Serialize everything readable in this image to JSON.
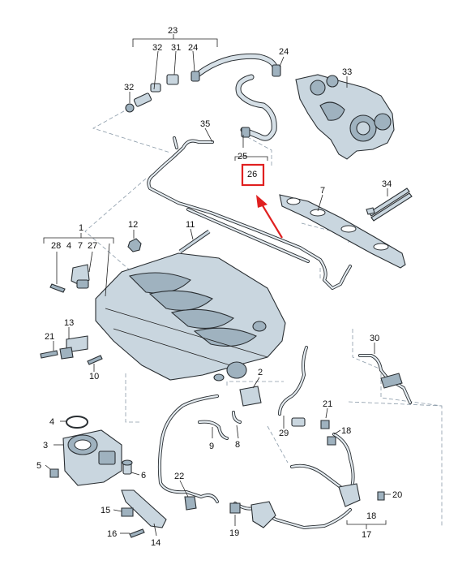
{
  "labels": {
    "l23": "23",
    "l32a": "32",
    "l31": "31",
    "l24a": "24",
    "l24b": "24",
    "l32b": "32",
    "l33": "33",
    "l35": "35",
    "l25": "25",
    "l26": "26",
    "l7": "7",
    "l34": "34",
    "l12": "12",
    "l11": "11",
    "l1": "1",
    "l28": "28",
    "l4a": "4",
    "l7b": "7",
    "l27": "27",
    "l13": "13",
    "l21a": "21",
    "l10": "10",
    "l30": "30",
    "l2": "2",
    "l21b": "21",
    "l4b": "4",
    "l3": "3",
    "l5": "5",
    "l6": "6",
    "l9": "9",
    "l8": "8",
    "l29": "29",
    "l18a": "18",
    "l22": "22",
    "l15": "15",
    "l16": "16",
    "l14": "14",
    "l19": "19",
    "l20": "20",
    "l18b": "18",
    "l17": "17"
  },
  "highlight": {
    "color": "#e02020",
    "target": "26"
  }
}
